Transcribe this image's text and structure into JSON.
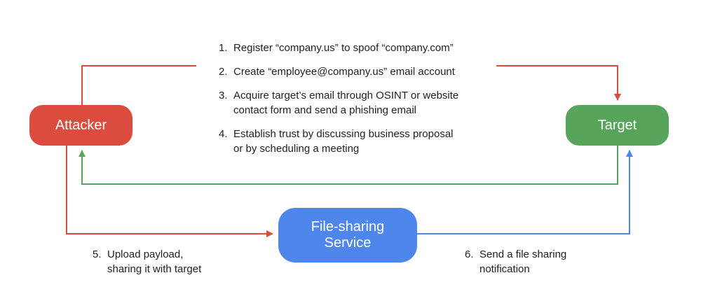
{
  "colors": {
    "attacker": "#db4c3f",
    "target": "#57a55a",
    "file_sharing": "#4f86ec",
    "attacker_line": "#db4c3f",
    "target_line": "#57a55a",
    "file_sharing_line": "#4f86ec",
    "text": "#202124"
  },
  "nodes": {
    "attacker": {
      "label": "Attacker"
    },
    "target": {
      "label": "Target"
    },
    "file_sharing": {
      "line1": "File-sharing",
      "line2": "Service"
    }
  },
  "steps": {
    "s1": {
      "num": "1.",
      "line1": "Register “company.us” to spoof “company.com”"
    },
    "s2": {
      "num": "2.",
      "line1": "Create “employee@company.us” email account"
    },
    "s3": {
      "num": "3.",
      "line1": "Acquire target’s email through OSINT or website",
      "line2": "contact form and send a phishing email"
    },
    "s4": {
      "num": "4.",
      "line1": "Establish trust by discussing business proposal",
      "line2": "or by scheduling a meeting"
    },
    "s5": {
      "num": "5.",
      "line1": "Upload payload,",
      "line2": "sharing it with target"
    },
    "s6": {
      "num": "6.",
      "line1": "Send a file sharing",
      "line2": "notification"
    }
  }
}
